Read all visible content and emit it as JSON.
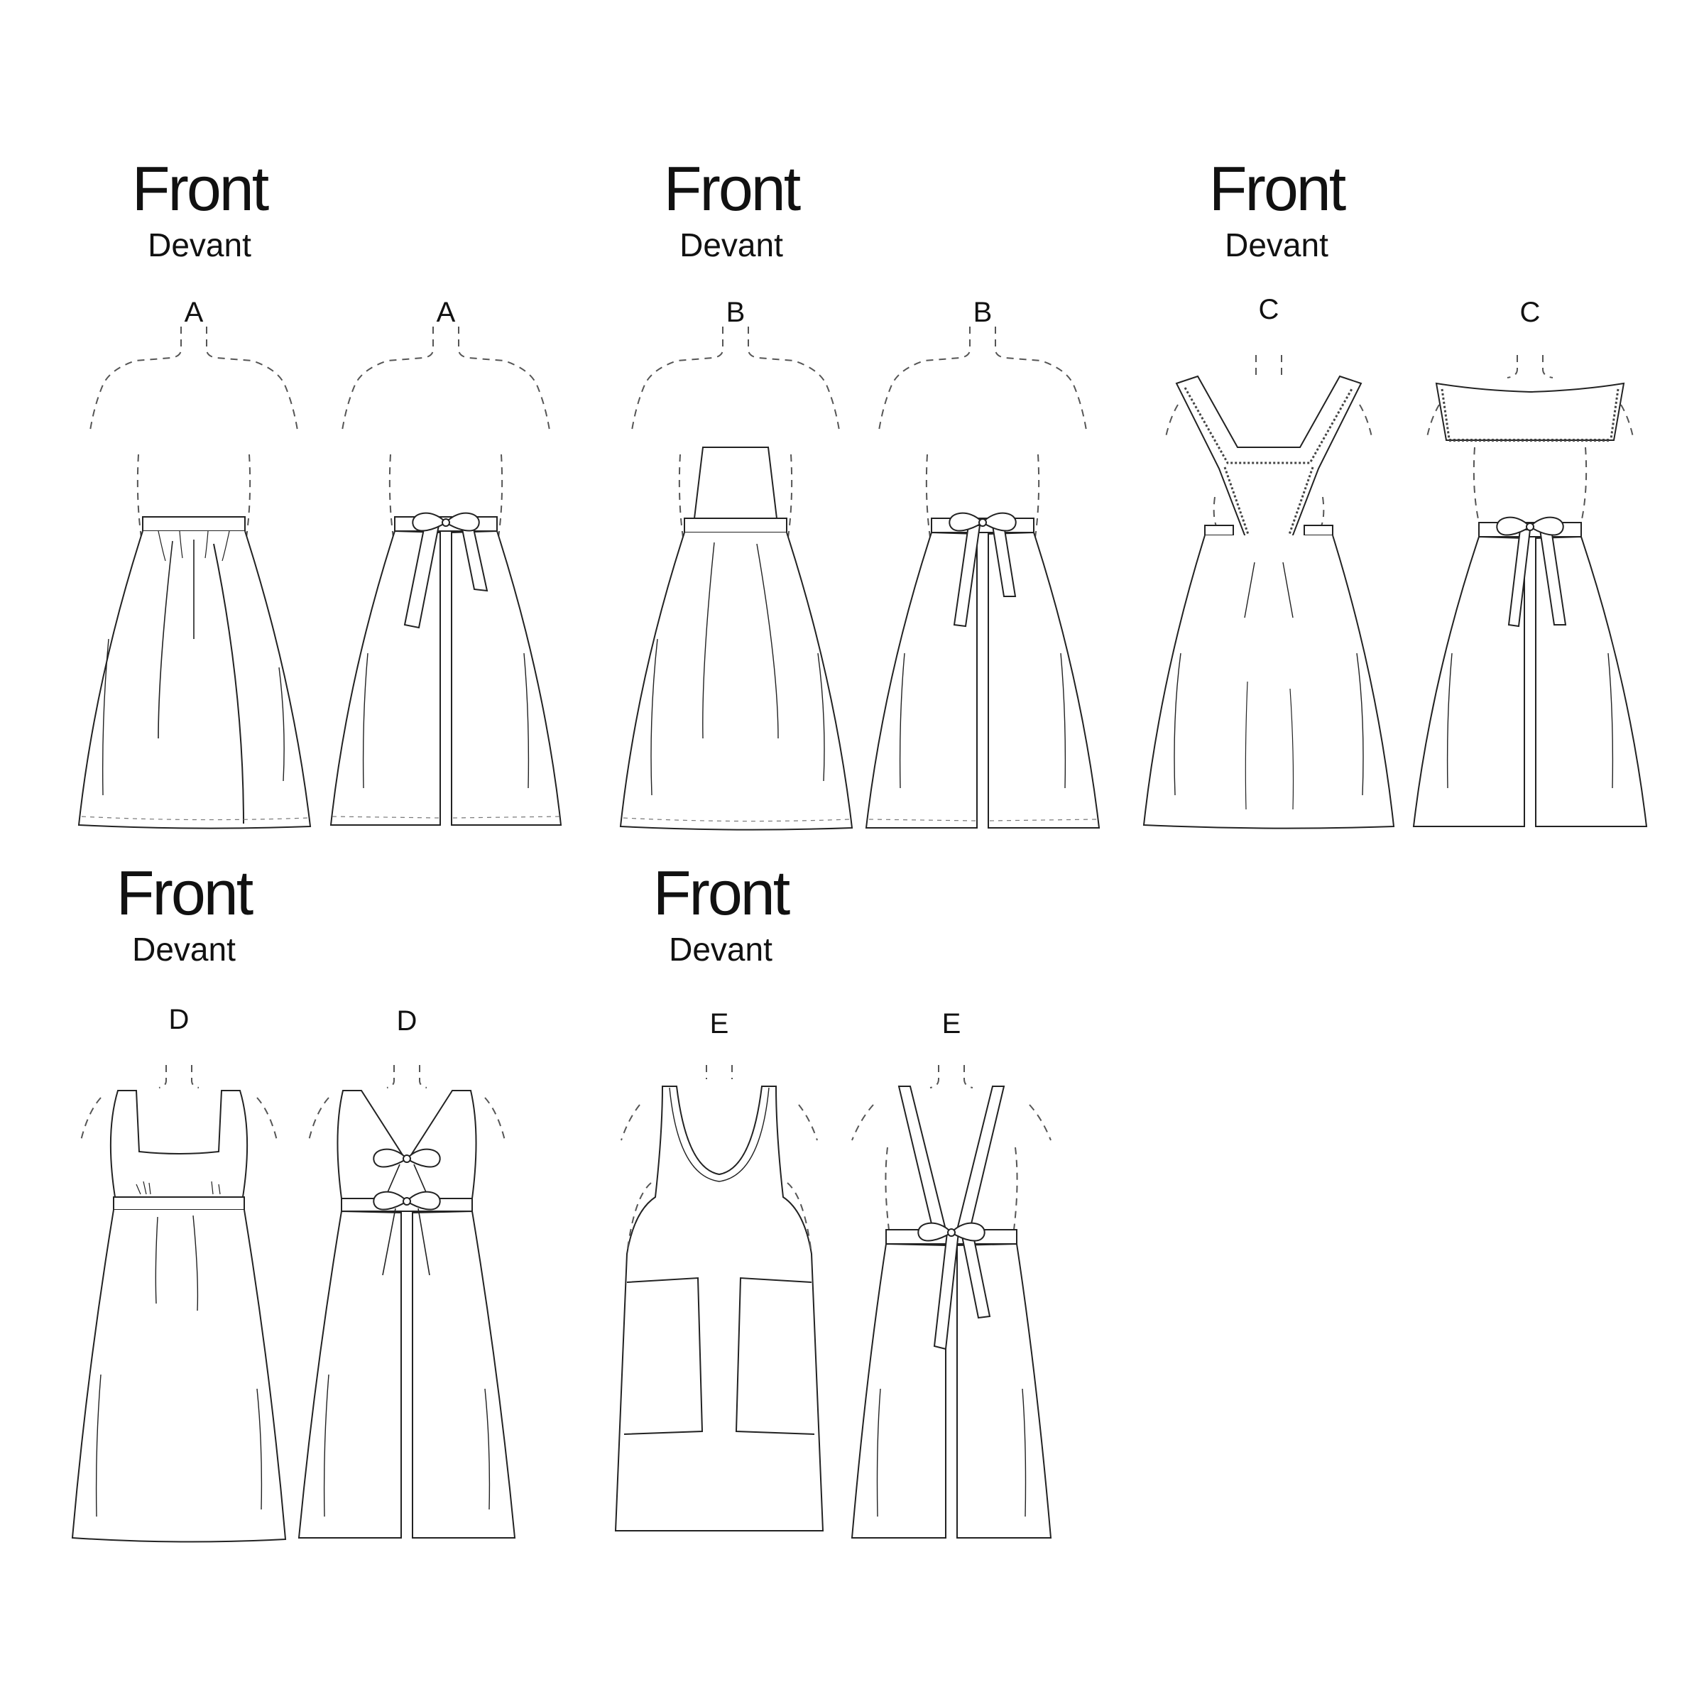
{
  "headings": [
    {
      "front": "Front",
      "devant": "Devant"
    },
    {
      "front": "Front",
      "devant": "Devant"
    },
    {
      "front": "Front",
      "devant": "Devant"
    },
    {
      "front": "Front",
      "devant": "Devant"
    },
    {
      "front": "Front",
      "devant": "Devant"
    }
  ],
  "views": [
    {
      "letter": "A",
      "side": "front"
    },
    {
      "letter": "A",
      "side": "back"
    },
    {
      "letter": "B",
      "side": "front"
    },
    {
      "letter": "B",
      "side": "back"
    },
    {
      "letter": "C",
      "side": "front"
    },
    {
      "letter": "C",
      "side": "back"
    },
    {
      "letter": "D",
      "side": "front"
    },
    {
      "letter": "D",
      "side": "back"
    },
    {
      "letter": "E",
      "side": "front"
    },
    {
      "letter": "E",
      "side": "back"
    }
  ],
  "colors": {
    "ink": "#111111",
    "paper": "#ffffff"
  }
}
